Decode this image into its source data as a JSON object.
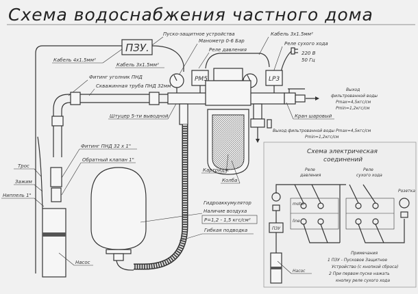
{
  "title": "Схема водоснабжения частного дома",
  "plumbing": {
    "pzu_box": "ПЗУ.",
    "pzu_label": "Пуско-защитное устройства",
    "manometer": "Манометр 0-6 Бар",
    "pressure_relay": "Реле давления",
    "cable_top_right": "Кабель 3х1.5мм²",
    "dry_run_relay": "Реле сухого хода",
    "power_line1": "220 В",
    "power_line2": "50 Гц",
    "cable_left": "Кабель 4х1.5мм²",
    "cable_pzu": "Кабель 3х1.5мм²",
    "elbow_fitting": "Фитинг уголник ПНД",
    "well_pipe": "Скважинная труба ПНД 32мм",
    "union_5way": "Штуцер 5-ти выводной",
    "rm5": "РМ5",
    "lp3": "LP3",
    "outlet_right": [
      "Выход",
      "фильтрованной воды",
      "Pmax=4,5кгс/см",
      "Pmin=1,2кгс/см"
    ],
    "ball_valve": "Кран шаровый",
    "outlet_bottom_1": "Выход фильтрованной воды Pmax=4,5кгс/см",
    "outlet_bottom_2": "Pmin=1,2кгс/см",
    "cartridge": "Картридж",
    "flask": "Колба",
    "pnd_fitting": "Фитинг ПНД 32 х 1\"",
    "check_valve": "Обратный клапан 1\"",
    "cable_rope": "Трос",
    "clamp": "Зажим",
    "nipple": "Ниппель 1\"",
    "accumulator_1": "Гидроаккумулятор",
    "accumulator_2": "Наличие воздуха",
    "accumulator_3": "P=1,2 - 1,5 кгс/см²",
    "flex_hose": "Гибкая подводка",
    "pump": "Насос"
  },
  "electrical": {
    "title_1": "Схема электрическая",
    "title_2": "соединений",
    "pressure_relay_1": "Реле",
    "pressure_relay_2": "давления",
    "dry_relay_1": "Реле",
    "dry_relay_2": "сухого хода",
    "socket": "Розетка",
    "pzu": "ПЗУ",
    "pump": "Насос",
    "motor": "motor",
    "line": "line",
    "notes": [
      "Примечания",
      "1 ПЗУ - Пусковое Защитное",
      "Устройство (с кнопкой сброса)",
      "2 При первом пуске нажать",
      "кнопку реле сухого хода"
    ]
  }
}
